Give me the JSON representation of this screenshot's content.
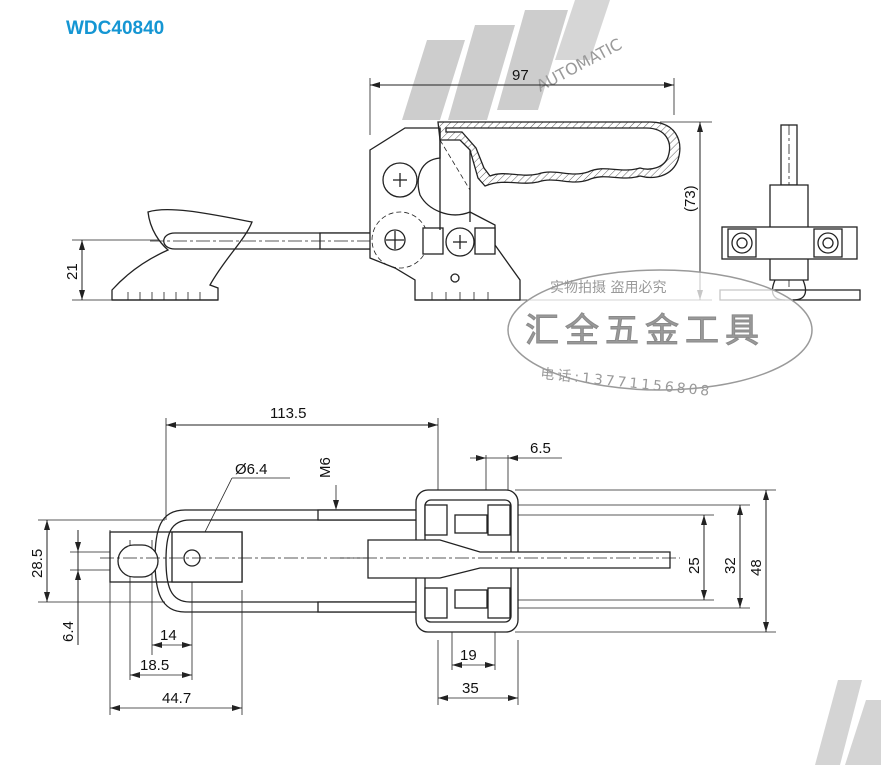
{
  "model_code": "WDC40840",
  "watermark": {
    "brand_text": "AUTOMATIC",
    "stamp_line1": "实物拍摄 盗用必究",
    "stamp_line2": "汇全五金工具",
    "stamp_line3": "电话:13771156808"
  },
  "dimensions": {
    "side_length": "97",
    "side_height": "(73)",
    "side_base": "21",
    "top_length": "113.5",
    "thread": "M6",
    "hole": "Ø6.4",
    "hole_offset": "6.5",
    "width_a": "25",
    "width_b": "32",
    "width_c": "48",
    "left_height": "28.5",
    "left_small": "6.4",
    "d14": "14",
    "d18_5": "18.5",
    "d44_7": "44.7",
    "d19": "19",
    "d35": "35"
  }
}
